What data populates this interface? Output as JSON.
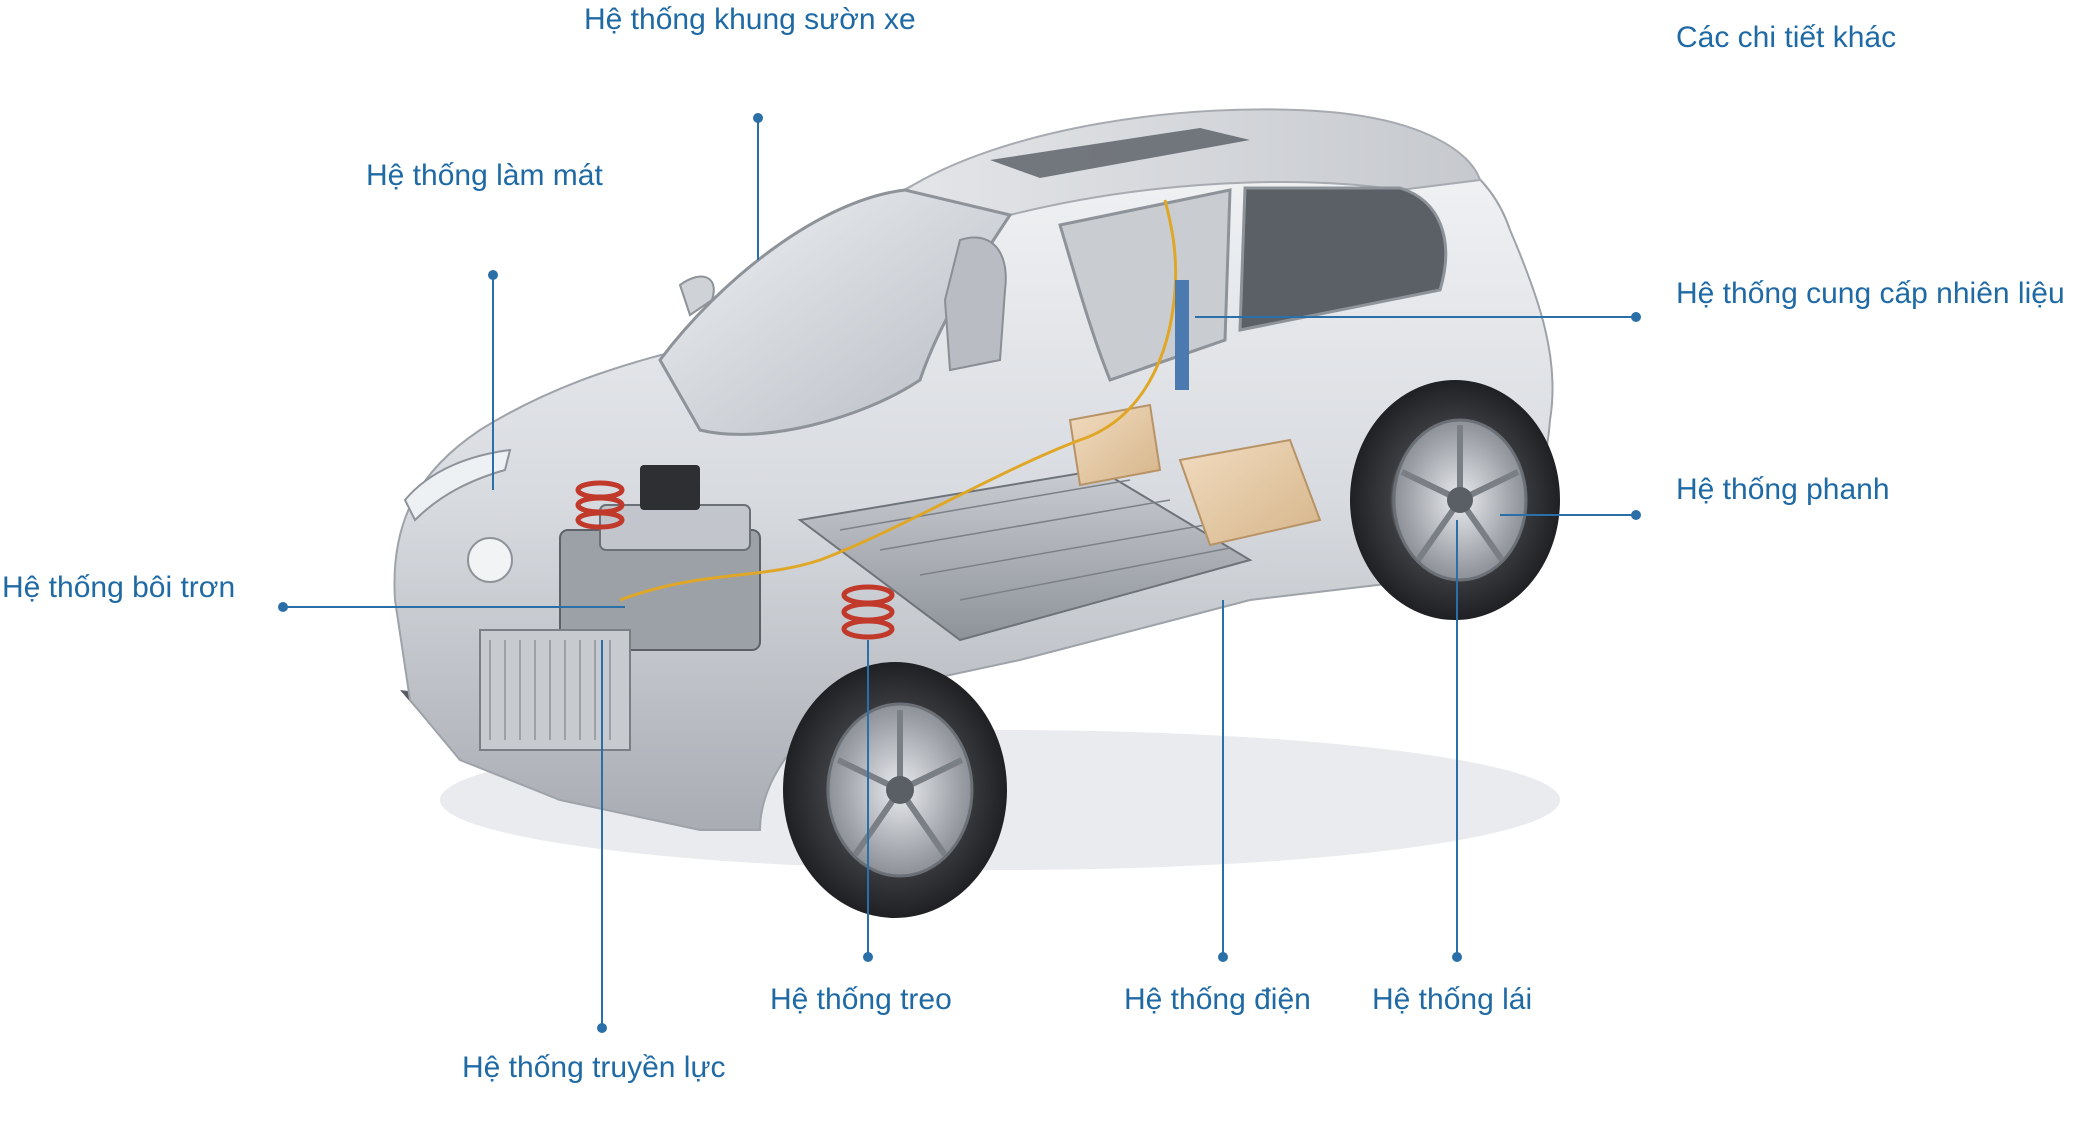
{
  "colors": {
    "accent": "#1f6aa5",
    "leader_line": "#2a6fa8",
    "background": "#ffffff"
  },
  "diagram": {
    "image_subject": "car-cutaway-illustration",
    "labels": {
      "chassis": "Hệ thống khung sườn xe",
      "other": "Các chi tiết khác",
      "cooling": "Hệ thống làm mát",
      "fuel": "Hệ thống cung cấp nhiên liệu",
      "brake": "Hệ thống phanh",
      "lubrication": "Hệ thống bôi trơn",
      "suspension": "Hệ thống treo",
      "electric": "Hệ thống điện",
      "steering": "Hệ thống lái",
      "drivetrain": "Hệ thống truyền lực"
    }
  }
}
